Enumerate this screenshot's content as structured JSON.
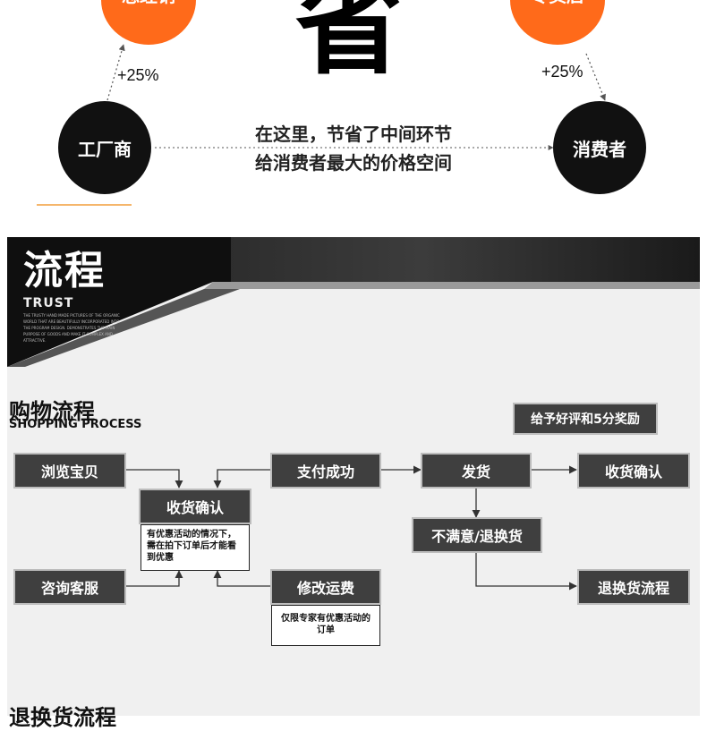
{
  "top": {
    "circles": {
      "top_left_label": "总经销",
      "top_right_label": "专卖店",
      "factory_label": "工厂商",
      "consumer_label": "消费者"
    },
    "big_char": "省",
    "percent_left": "+25%",
    "percent_right": "+25%",
    "middle_line1": "在这里，节省了中间环节",
    "middle_line2": "给消费者最大的价格空间"
  },
  "panel": {
    "title": "流程",
    "trust": "TRUST",
    "small_text": "THE TRUSTY HAND MADE PICTURES OF THE ORGANIC WORLD THAT ARE BEAUTIFULLY INCORPORATED INTO THE PROGRAM DESIGN. DEMONSTRATES THE MAIN PURPOSE OF GOODS AND MAKE IT COMPLEX AND ATTRACTIVE.",
    "shopping": {
      "title": "购物流程",
      "subtitle": "SHOPPING PROCESS",
      "browse": "浏览宝贝",
      "confirm_receipt": "收货确认",
      "consult": "咨询客服",
      "note_discount": "有优惠活动的情况下，需在拍下订单后才能看到优惠",
      "pay_success": "支付成功",
      "modify_shipping": "修改运费",
      "note_limited": "仅限专家有优惠活动的订单",
      "ship": "发货",
      "receipt_confirm": "收货确认",
      "unsatisfied": "不满意/退换货",
      "return_process": "退换货流程",
      "review_reward": "给予好评和5分奖励"
    },
    "next_section_title": "退换货流程"
  }
}
